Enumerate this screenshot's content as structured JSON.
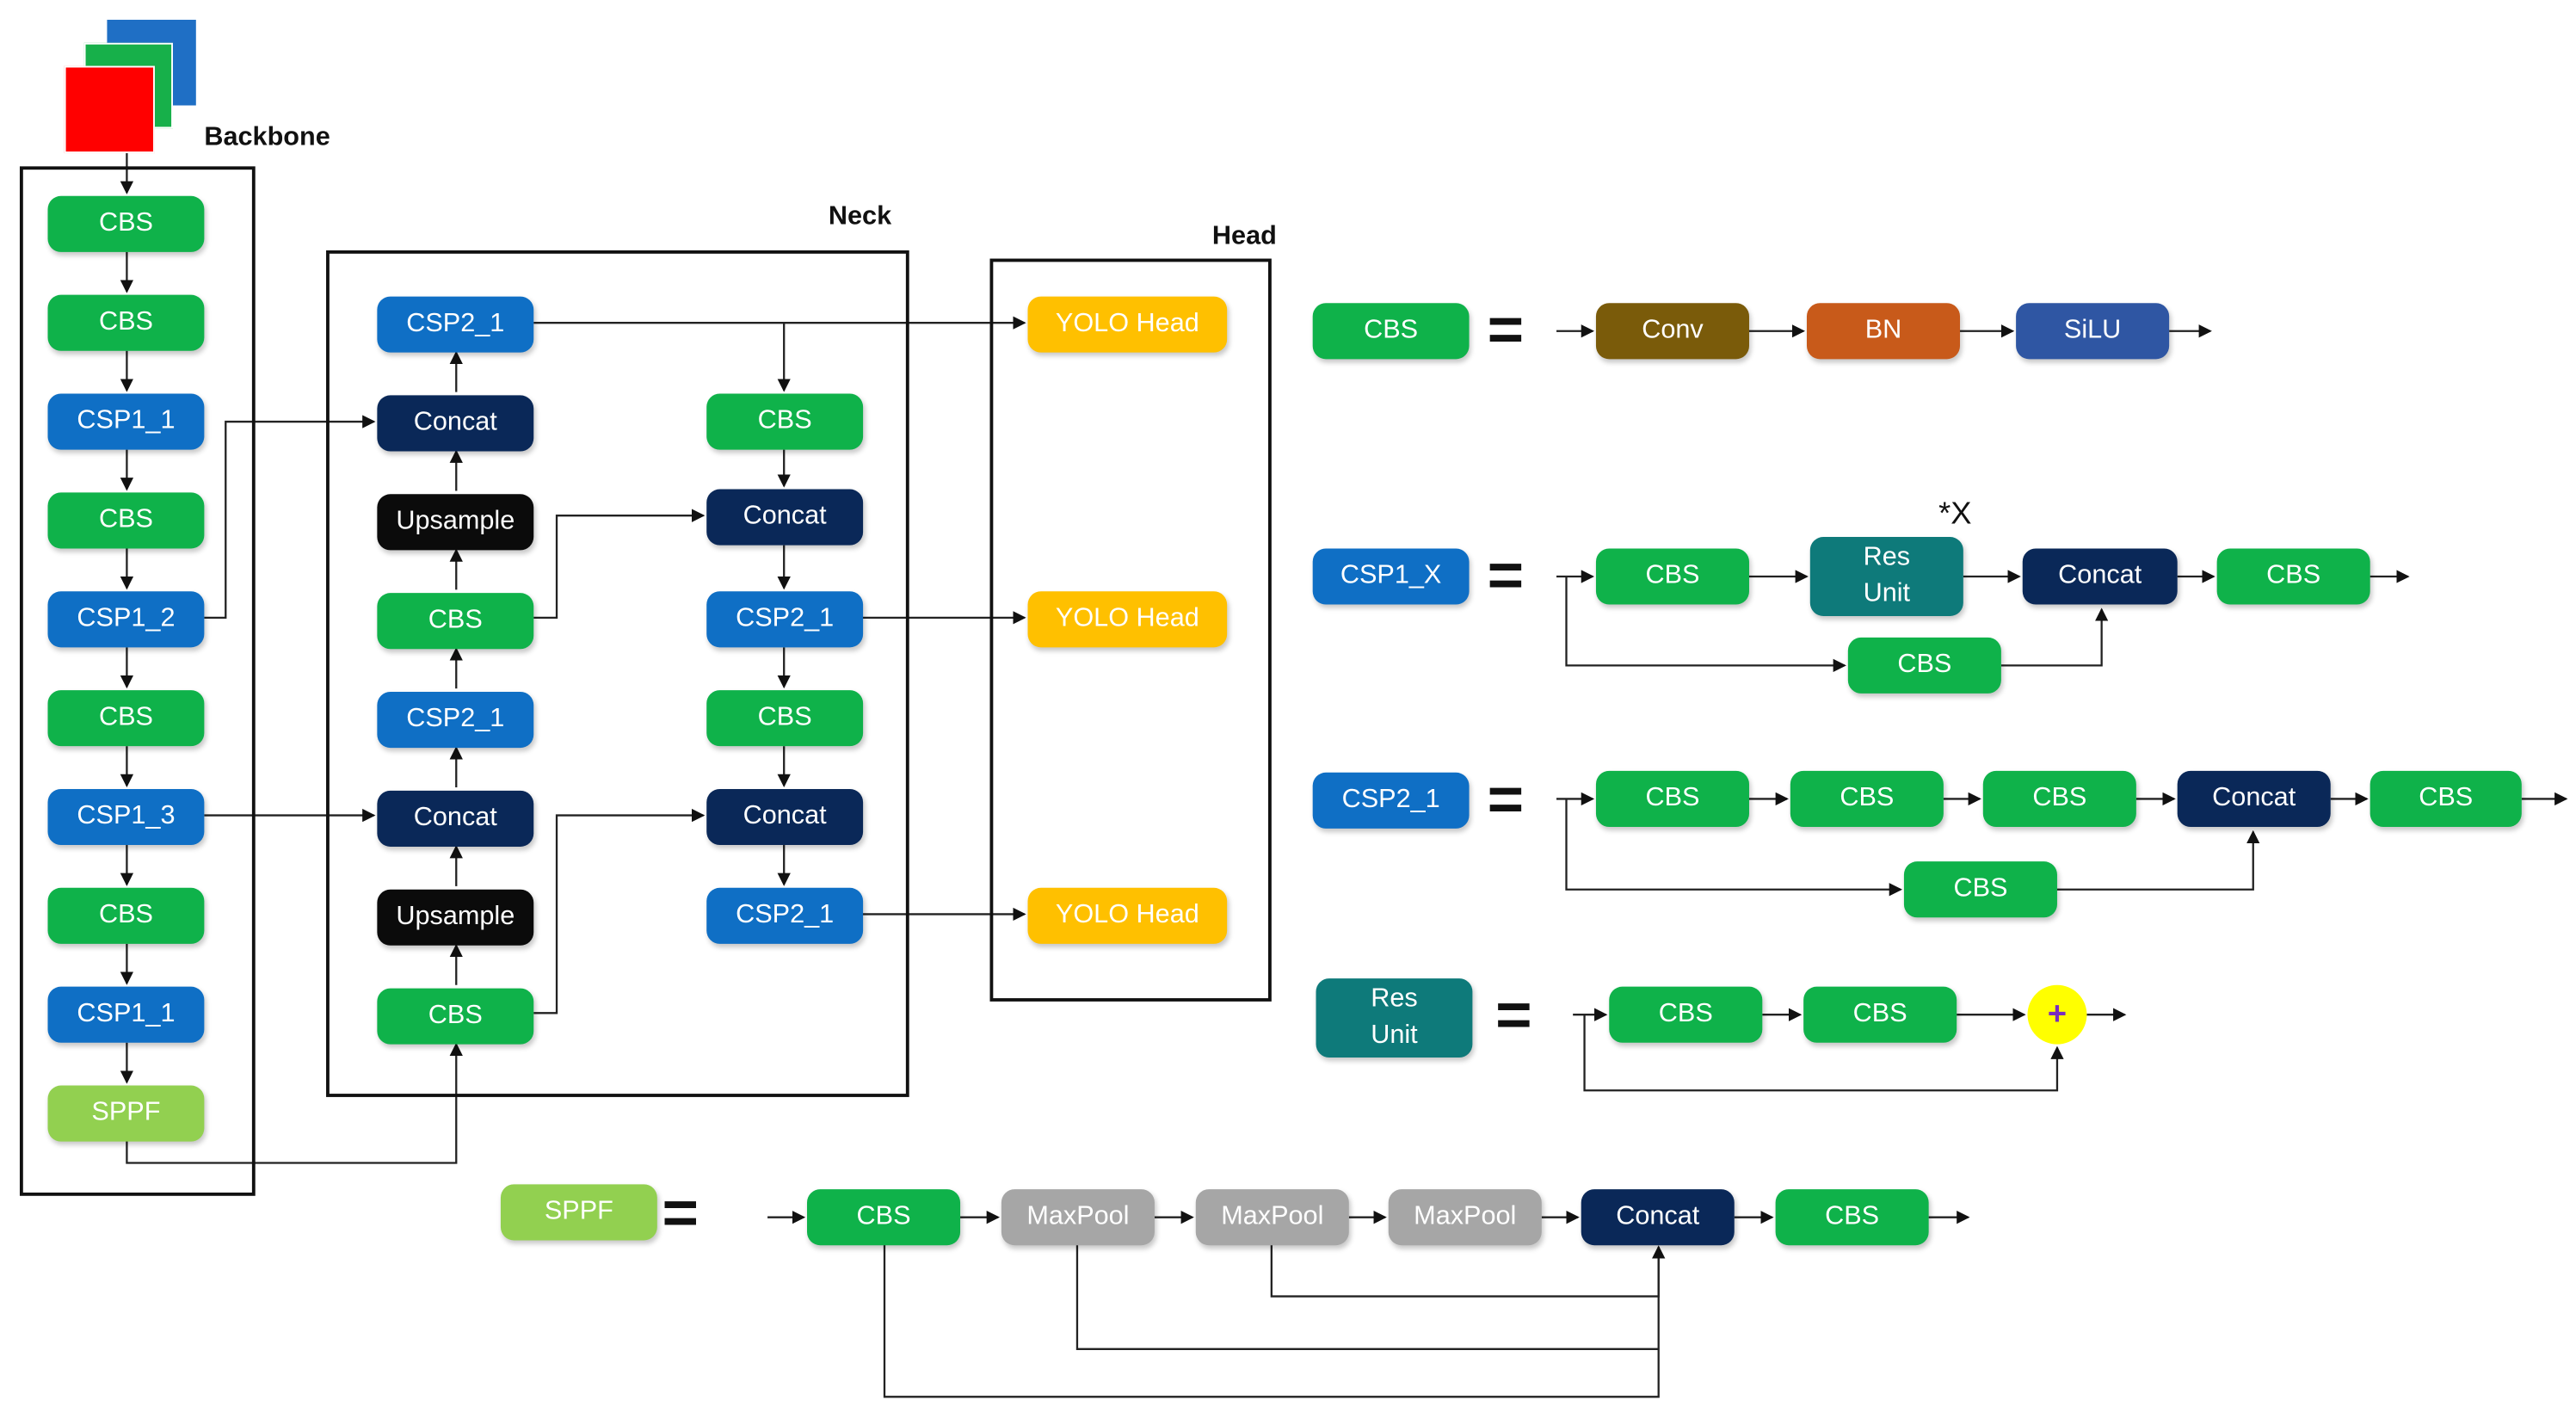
{
  "labels": {
    "backbone": "Backbone",
    "neck": "Neck",
    "head": "Head"
  },
  "colors": {
    "cbs": "#0fb24a",
    "csp": "#0f6fc5",
    "concat": "#0a2858",
    "upsample": "#0b0b0b",
    "sppf": "#92d050",
    "yolo": "#ffc000",
    "conv": "#7a5b0a",
    "bn": "#c85a1a",
    "silu": "#2f56a3",
    "resunit": "#0e7a7a",
    "maxpool": "#a6a6a6",
    "add": "#ffff00"
  },
  "blocks": {
    "bb_cbs1": "CBS",
    "bb_cbs2": "CBS",
    "bb_csp1_1": "CSP1_1",
    "bb_cbs3": "CBS",
    "bb_csp1_2": "CSP1_2",
    "bb_cbs4": "CBS",
    "bb_csp1_3": "CSP1_3",
    "bb_cbs5": "CBS",
    "bb_csp1_1b": "CSP1_1",
    "bb_sppf": "SPPF",
    "nk_csp2_1a": "CSP2_1",
    "nk_concat1": "Concat",
    "nk_upsample1": "Upsample",
    "nk_cbs1": "CBS",
    "nk_csp2_1b": "CSP2_1",
    "nk_concat2": "Concat",
    "nk_upsample2": "Upsample",
    "nk_cbs2": "CBS",
    "nk_cbs3": "CBS",
    "nk_concat3": "Concat",
    "nk_csp2_1c": "CSP2_1",
    "nk_cbs4": "CBS",
    "nk_concat4": "Concat",
    "nk_csp2_1d": "CSP2_1",
    "head1": "YOLO Head",
    "head2": "YOLO Head",
    "head3": "YOLO Head",
    "d_cbs": "CBS",
    "d_conv": "Conv",
    "d_bn": "BN",
    "d_silu": "SiLU",
    "d_csp1x": "CSP1_X",
    "d_csp1x_cbs1": "CBS",
    "d_csp1x_res": "Res\nUnit",
    "d_csp1x_concat": "Concat",
    "d_csp1x_cbs2": "CBS",
    "d_csp1x_cbs3": "CBS",
    "d_csp21": "CSP2_1",
    "d_csp21_cbs1": "CBS",
    "d_csp21_cbs2": "CBS",
    "d_csp21_cbs3": "CBS",
    "d_csp21_concat": "Concat",
    "d_csp21_cbs4": "CBS",
    "d_csp21_cbs5": "CBS",
    "d_res": "Res\nUnit",
    "d_res_cbs1": "CBS",
    "d_res_cbs2": "CBS",
    "d_res_add": "+",
    "d_sppf": "SPPF",
    "d_sppf_cbs1": "CBS",
    "d_sppf_mp1": "MaxPool",
    "d_sppf_mp2": "MaxPool",
    "d_sppf_mp3": "MaxPool",
    "d_sppf_concat": "Concat",
    "d_sppf_cbs2": "CBS"
  },
  "equals": "=",
  "repeat_marker": "*X"
}
